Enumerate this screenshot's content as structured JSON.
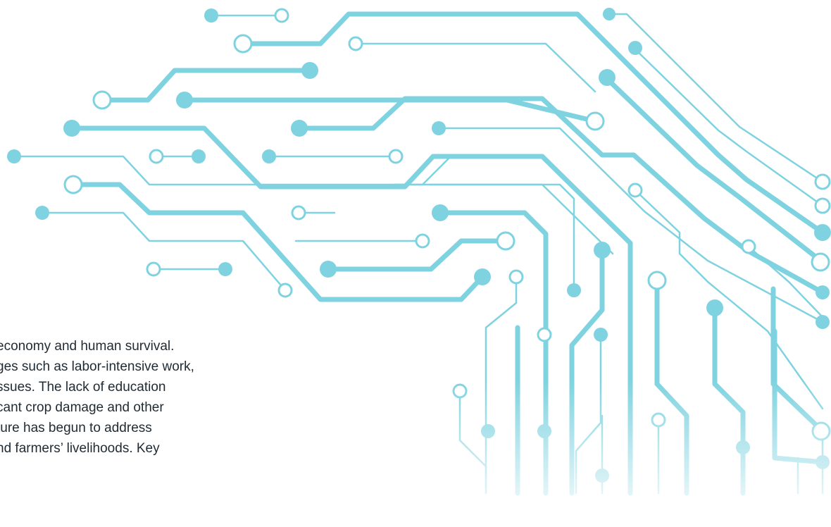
{
  "paragraph": {
    "lines": [
      "economy and human survival.",
      "ges such as labor-intensive work,",
      "ssues. The lack of education",
      "cant crop damage and other",
      "ture has begun to address",
      "nd farmers’ livelihoods. Key"
    ]
  },
  "graphic": {
    "name": "circuit-board-illustration",
    "trace_color": "#7fd3e0",
    "fade_color": "#ffffff"
  },
  "colors": {
    "background": "#ffffff",
    "text": "#1f2a33"
  }
}
